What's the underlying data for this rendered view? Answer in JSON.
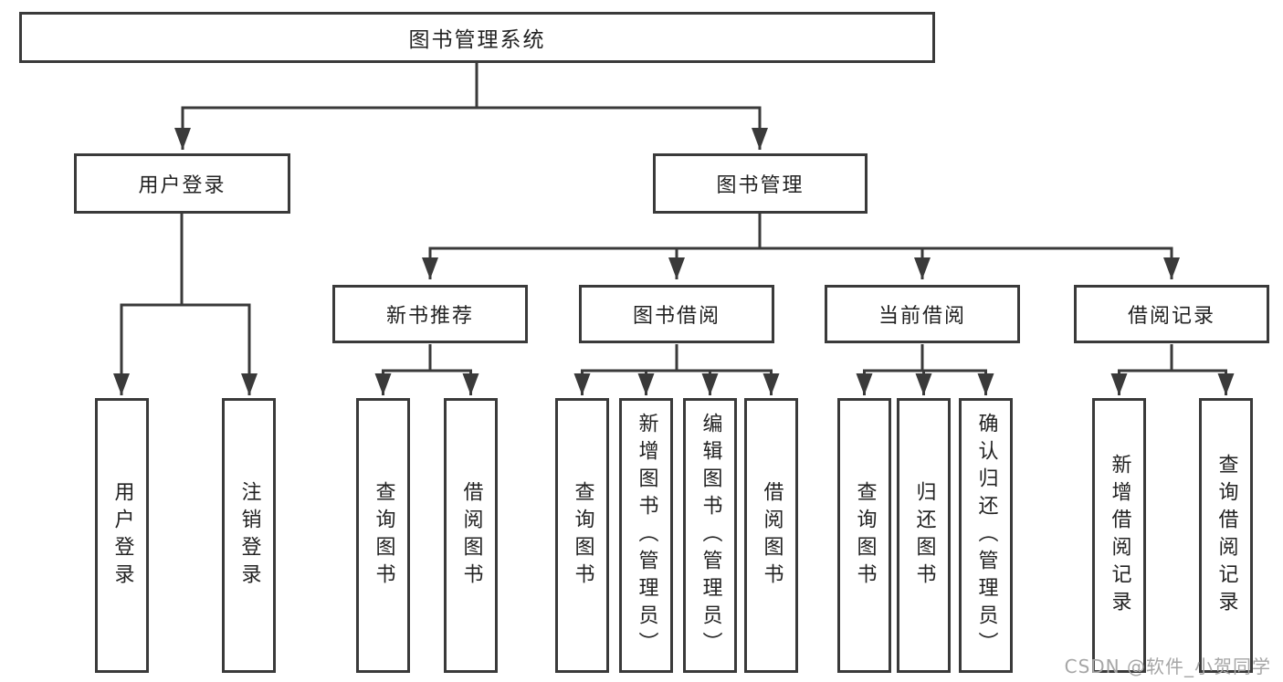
{
  "diagram": {
    "root": {
      "label": "图书管理系统"
    },
    "branches": [
      {
        "label": "用户登录",
        "children": [
          {
            "label": "用户登录"
          },
          {
            "label": "注销登录"
          }
        ]
      },
      {
        "label": "图书管理",
        "children": [
          {
            "label": "新书推荐",
            "children": [
              {
                "label": "查询图书"
              },
              {
                "label": "借阅图书"
              }
            ]
          },
          {
            "label": "图书借阅",
            "children": [
              {
                "label": "查询图书"
              },
              {
                "label": "新增图书（管理员）"
              },
              {
                "label": "编辑图书（管理员）"
              },
              {
                "label": "借阅图书"
              }
            ]
          },
          {
            "label": "当前借阅",
            "children": [
              {
                "label": "查询图书"
              },
              {
                "label": "归还图书"
              },
              {
                "label": "确认归还（管理员）"
              }
            ]
          },
          {
            "label": "借阅记录",
            "children": [
              {
                "label": "新增借阅记录"
              },
              {
                "label": "查询借阅记录"
              }
            ]
          }
        ]
      }
    ]
  },
  "watermark": {
    "text": "CSDN @软件_小贺同学"
  },
  "colors": {
    "line": "#3a3a3a",
    "text": "#222222",
    "watermark_text": "#a6a6a6",
    "background": "#ffffff"
  }
}
